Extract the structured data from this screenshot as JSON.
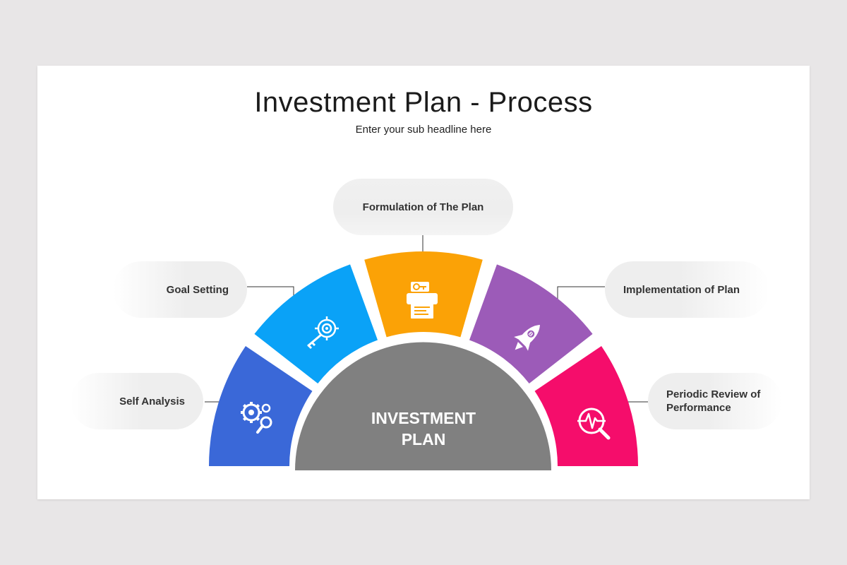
{
  "header": {
    "title": "Investment Plan - Process",
    "subtitle": "Enter your sub headline here"
  },
  "center": {
    "line1": "INVESTMENT",
    "line2": "PLAN",
    "color": "#808080"
  },
  "steps": [
    {
      "label": "Self Analysis",
      "color": "#3a68d8",
      "icon": "gears-magnifier-icon"
    },
    {
      "label": "Goal Setting",
      "color": "#0aa2f7",
      "icon": "target-key-icon"
    },
    {
      "label": "Formulation of The Plan",
      "color": "#fba206",
      "icon": "printer-key-icon"
    },
    {
      "label": "Implementation of Plan",
      "color": "#9c5bb8",
      "icon": "rocket-bitcoin-icon"
    },
    {
      "label": "Periodic Review of Performance",
      "color": "#f50d6b",
      "icon": "pulse-magnifier-icon"
    }
  ]
}
